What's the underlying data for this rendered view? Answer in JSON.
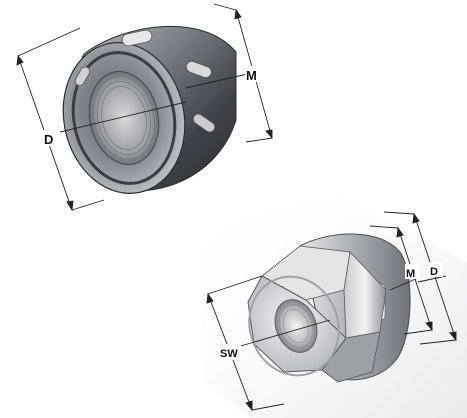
{
  "diagram": {
    "top_part": {
      "labels": {
        "d": "D",
        "m": "M"
      }
    },
    "bottom_part": {
      "labels": {
        "sw": "SW",
        "m": "M",
        "d": "D"
      }
    }
  }
}
